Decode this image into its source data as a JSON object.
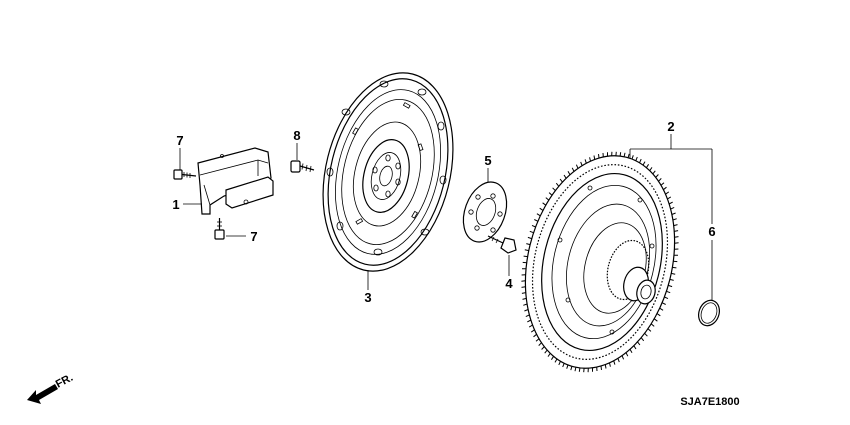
{
  "callouts": {
    "c1": "1",
    "c2": "2",
    "c3": "3",
    "c4": "4",
    "c5": "5",
    "c6": "6",
    "c7a": "7",
    "c7b": "7",
    "c8": "8"
  },
  "front_indicator": "FR.",
  "diagram_code": "SJA7E1800"
}
